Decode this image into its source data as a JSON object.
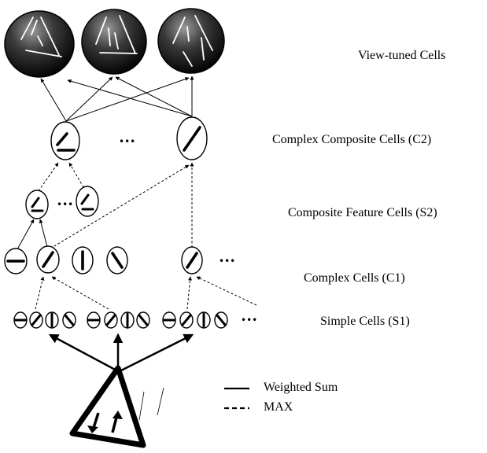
{
  "layers": {
    "view_tuned": "View-tuned Cells",
    "c2": "Complex Composite Cells (C2)",
    "s2": "Composite Feature Cells (S2)",
    "c1": "Complex Cells (C1)",
    "s1": "Simple Cells (S1)"
  },
  "legend": {
    "weighted_sum": "Weighted Sum",
    "max": "MAX"
  },
  "ellipsis": "•••",
  "colors": {
    "stroke": "#000000",
    "background": "#ffffff",
    "view_cell_fill": "#2a2a2a"
  },
  "icons": {
    "input_image": "triangle-warning-sign-icon",
    "view_cell": "dark-sphere-icon"
  }
}
